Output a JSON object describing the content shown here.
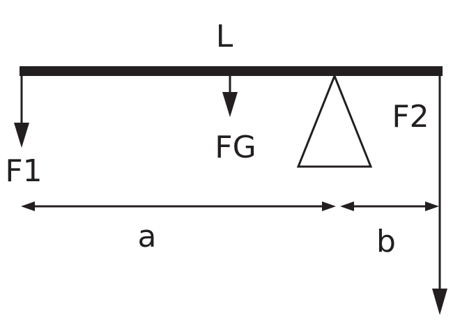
{
  "diagram": {
    "beam_label": "L",
    "forces": {
      "f1": "F1",
      "fg": "FG",
      "f2": "F2"
    },
    "dimensions": {
      "a": "a",
      "b": "b"
    }
  },
  "colors": {
    "ink": "#231f20",
    "background": "#ffffff"
  }
}
